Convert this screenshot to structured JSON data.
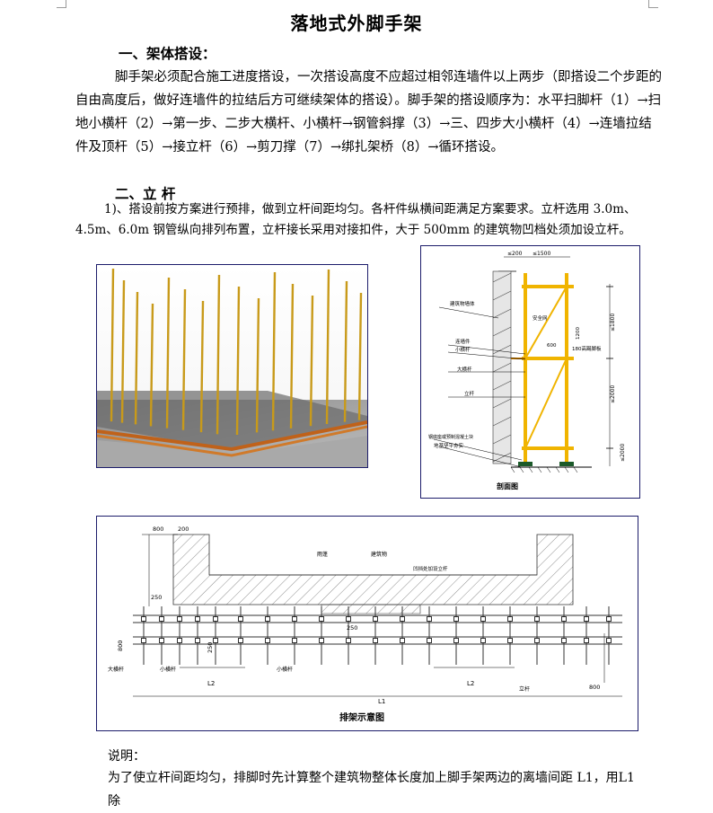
{
  "document": {
    "title": "落地式外脚手架",
    "section1": {
      "heading": "一、架体搭设：",
      "lines": [
        "脚手架必须配合施工进度搭设，一次搭设高度不应超过相邻连墙件以上两步（即搭设二个步距的",
        "自由高度后，做好连墙件的拉结后方可继续架体的搭设）。脚手架的搭设顺序为：水平扫脚杆（1）→扫",
        "地小横杆（2）→第一步、二步大横杆、小横杆→钢管斜撑（3）→三、四步大小横杆（4）→连墙拉结",
        "件及顶杆（5）→接立杆（6）→剪刀撑（7）→绑扎架桥（8）→循环搭设。"
      ]
    },
    "section2": {
      "heading": "二、立 杆",
      "lines": [
        "1)、搭设前按方案进行预排，做到立杆间距均匀。各杆件纵横间距满足方案要求。立杆选用 3.0m、",
        "4.5m、6.0m 钢管纵向排列布置，立杆接长采用对接扣件，大于 500mm 的建筑物凹档处须加设立杆。"
      ]
    },
    "figure_section": {
      "labels": {
        "top_dim_a": "≤200",
        "top_dim_b": "≤1500",
        "building_wall": "建筑物墙体",
        "safety_net": "安全网",
        "height_600": "600",
        "wall_tie": "连墙件",
        "small_bar": "小横杆",
        "railing": "180高踢脚板",
        "big_bar": "大横杆",
        "upright": "立杆",
        "base": "钢底座或预制混凝土块",
        "foundation": "地基坚平夯实",
        "dim_1800": "≤1800",
        "dim_2000a": "≤2000",
        "dim_2000b": "≤2000",
        "dim_1200": "1200",
        "caption": "剖面图"
      }
    },
    "figure_plan": {
      "labels": {
        "d800_top": "800",
        "d200": "200",
        "d250_left": "250",
        "d800_left": "800",
        "d250_mid": "250",
        "d250_v": "250",
        "awning": "雨蓬",
        "building": "建筑物",
        "concave": "凹挡处加设立杆",
        "big_bar": "大横杆",
        "small_bar": "小横杆",
        "small_bar2": "小横杆",
        "upright": "立杆",
        "L2a": "L2",
        "L2b": "L2",
        "L1": "L1",
        "d800_right": "800",
        "caption": "排架示意图"
      }
    },
    "note": {
      "label": "说明：",
      "line": "为了使立杆间距均匀，排脚时先计算整个建筑物整体长度加上脚手架两边的离墙间距 L1，用L1 除"
    }
  }
}
